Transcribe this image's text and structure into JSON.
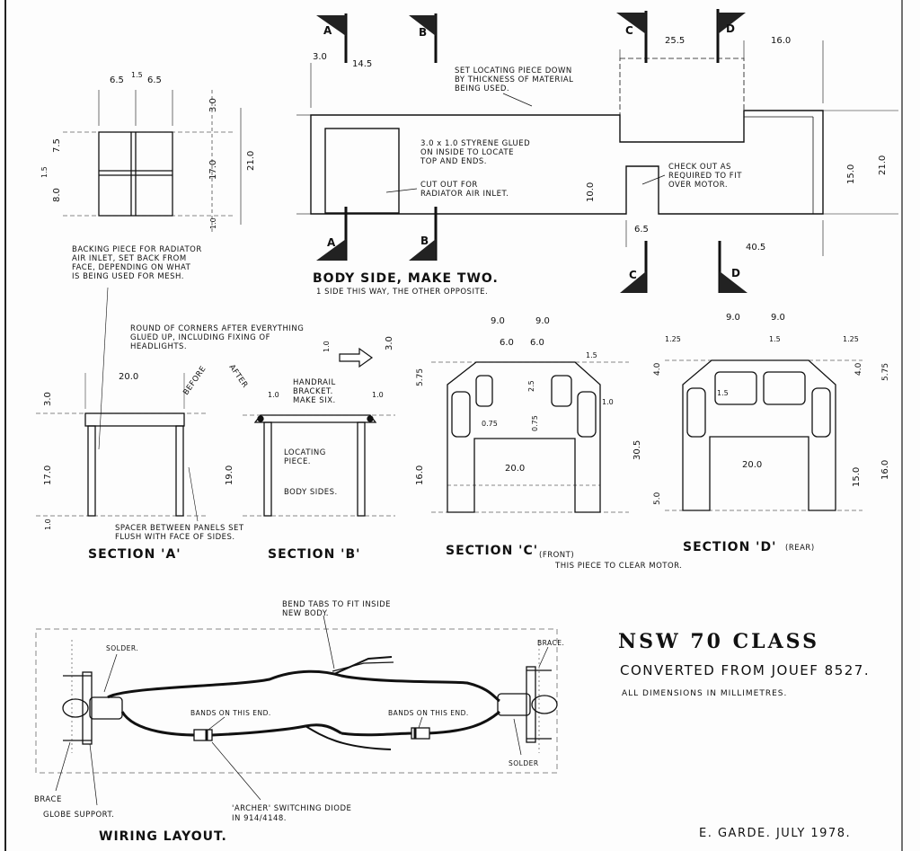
{
  "title": {
    "main": "NSW   70 CLASS",
    "converted": "CONVERTED FROM JOUEF 8527.",
    "units": "ALL DIMENSIONS IN MILLIMETRES.",
    "signature": "E. GARDE.  JULY 1978."
  },
  "headings": {
    "body_side": "BODY SIDE,   MAKE TWO.",
    "body_side_sub": "1 SIDE THIS WAY, THE OTHER OPPOSITE.",
    "section_a": "SECTION 'A'",
    "section_b": "SECTION 'B'",
    "section_c": "SECTION 'C'",
    "section_c_tag": "(FRONT)",
    "section_d": "SECTION 'D'",
    "section_d_tag": "(REAR)",
    "wiring": "WIRING LAYOUT."
  },
  "section_markers": [
    "A",
    "B",
    "C",
    "D"
  ],
  "notes": {
    "locating_piece": [
      "SET LOCATING PIECE DOWN",
      "BY THICKNESS OF MATERIAL",
      "BEING USED."
    ],
    "styrene": [
      "3.0 x 1.0 STYRENE GLUED",
      "ON INSIDE TO LOCATE",
      "TOP AND ENDS."
    ],
    "cut_out": [
      "CUT OUT FOR",
      "RADIATOR AIR INLET."
    ],
    "check_out": [
      "CHECK OUT AS",
      "REQUIRED TO FIT",
      "OVER MOTOR."
    ],
    "backing": [
      "BACKING PIECE FOR RADIATOR",
      "AIR INLET, SET BACK FROM",
      "FACE, DEPENDING ON WHAT",
      "IS BEING USED FOR MESH."
    ],
    "round_off": [
      "ROUND OF CORNERS AFTER EVERYTHING",
      "GLUED UP, INCLUDING FIXING OF",
      "HEADLIGHTS."
    ],
    "handrail": [
      "HANDRAIL",
      "BRACKET.",
      "MAKE SIX."
    ],
    "locating": [
      "LOCATING",
      "PIECE."
    ],
    "body_sides": "BODY SIDES.",
    "spacer": [
      "SPACER BETWEEN PANELS SET",
      "FLUSH WITH FACE OF SIDES."
    ],
    "clear_motor": "THIS PIECE TO CLEAR MOTOR.",
    "before": "BEFORE",
    "after": "AFTER",
    "bend_tabs": [
      "BEND TABS TO FIT INSIDE",
      "NEW BODY."
    ],
    "solder": "SOLDER.",
    "brace": "BRACE.",
    "bands_left": "BANDS ON THIS END.",
    "bands_right": "BANDS ON THIS END.",
    "solder_right": "SOLDER",
    "brace_left": "BRACE",
    "globe_support": "GLOBE SUPPORT.",
    "diode": [
      "'ARCHER' SWITCHING DIODE",
      "IN 914/4148."
    ]
  },
  "dimensions": {
    "top_a": [
      "6.5",
      "1.5",
      "6.5"
    ],
    "side_a": [
      "3.0",
      "7.5",
      "1.5",
      "8.0",
      "17.0",
      "21.0",
      "1.0"
    ],
    "body_top": [
      "3.0",
      "14.5",
      "25.5",
      "16.0"
    ],
    "body_side": [
      "10.0",
      "15.0",
      "21.0"
    ],
    "body_bottom": [
      "6.5",
      "40.5"
    ],
    "sec_a": [
      "20.0",
      "3.0",
      "17.0",
      "1.0",
      "19.0"
    ],
    "sec_b": [
      "1.0",
      "1.0",
      "1.0",
      "3.0",
      "5.75",
      "16.0"
    ],
    "sec_c": [
      "9.0",
      "9.0",
      "6.0",
      "6.0",
      "1.5",
      "2.5",
      "0.75",
      "0.75",
      "1.0",
      "20.0",
      "30.5",
      "5.0"
    ],
    "sec_d": [
      "9.0",
      "9.0",
      "1.25",
      "1.5",
      "1.25",
      "4.0",
      "4.0",
      "5.75",
      "1.5",
      "20.0",
      "15.0",
      "16.0"
    ]
  }
}
